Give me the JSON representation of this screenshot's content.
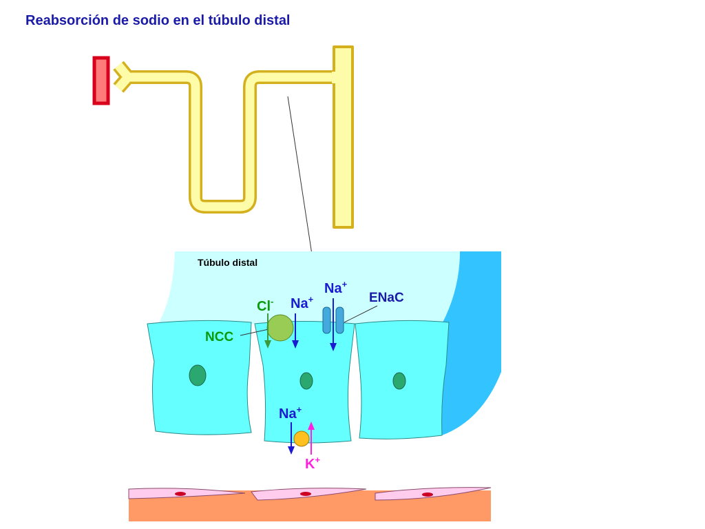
{
  "title": "Reabsorción de sodio en el túbulo distal",
  "labels": {
    "lumen": "Túbulo distal",
    "ncc": "NCC",
    "enac": "ENaC",
    "cl": "Cl",
    "cl_sup": "-",
    "na_ncc": "Na",
    "na_enac": "Na",
    "na_pump": "Na",
    "k_pump": "K",
    "plus": "+"
  },
  "colors": {
    "title": "#1a1aa8",
    "tubule_fill": "#fefca8",
    "tubule_stroke": "#d4b01e",
    "glomerulus": "#ff7a7a",
    "glomerulus_stroke": "#d8001a",
    "lumen": "#ccffff",
    "cell": "#66ffff",
    "cell_stroke": "#2a8a8a",
    "wall": "#33c4ff",
    "nucleus": "#2aa870",
    "ncc": "#99cc55",
    "enac": "#44aadd",
    "na_arrow": "#1a1ad0",
    "cl_arrow": "#3a9a3a",
    "ncc_label": "#0a9a0a",
    "k_arrow": "#ff22dd",
    "pump": "#ffc020",
    "capillary": "#ff9966",
    "endothelium": "#ffccee",
    "rbc": "#cc0022"
  }
}
